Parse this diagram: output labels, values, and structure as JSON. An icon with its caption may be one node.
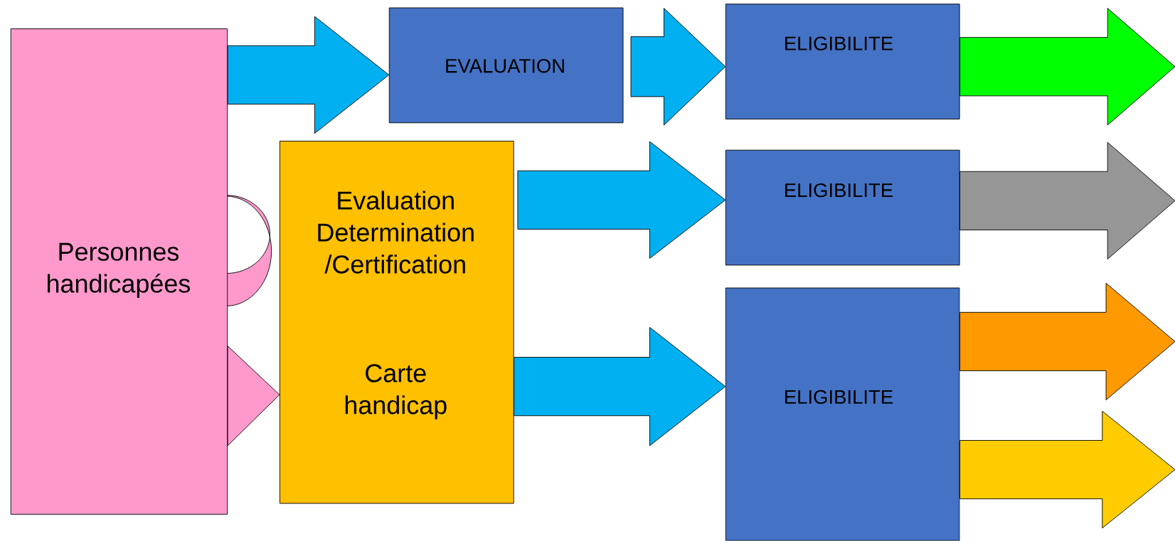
{
  "diagram": {
    "nodes": [
      {
        "text": [
          "Personnes handicapées"
        ]
      },
      {
        "text": [
          "EVALUATION"
        ]
      },
      {
        "text": [
          "ELIGIBILITE"
        ]
      },
      {
        "text": [
          "Evaluation Determination /Certification",
          "Carte handicap"
        ]
      },
      {
        "text": [
          "ELIGIBILITE"
        ]
      },
      {
        "text": [
          "ELIGIBILITE"
        ]
      }
    ],
    "edges": [
      {
        "from": 0,
        "to": 1,
        "arrow": "to"
      },
      {
        "from": 1,
        "to": 2,
        "arrow": "to"
      },
      {
        "from": 3,
        "to": 4,
        "arrow": "to"
      },
      {
        "from": 3,
        "to": 5,
        "arrow": "to"
      },
      {
        "from": 2,
        "to": null,
        "arrow": "to",
        "color": "#00ff00"
      },
      {
        "from": 4,
        "to": null,
        "arrow": "to",
        "color": "#969696"
      },
      {
        "from": 5,
        "to": null,
        "arrow": "to",
        "color": "#ff9900"
      },
      {
        "from": 5,
        "to": null,
        "arrow": "to",
        "color": "#ffcc00"
      },
      {
        "from": 0,
        "to": 3,
        "arrow": "to",
        "color": "#ff99cc"
      }
    ]
  }
}
